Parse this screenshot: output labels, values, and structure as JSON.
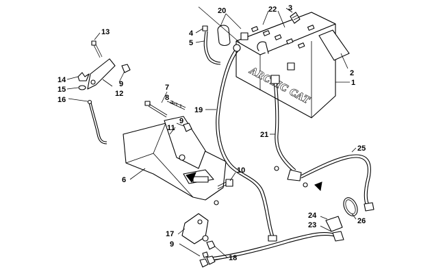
{
  "diagram": {
    "logo_text": "ARCTIC CAT",
    "callouts": [
      "1",
      "2",
      "3",
      "4",
      "5",
      "6",
      "7",
      "8",
      "9",
      "9",
      "9",
      "10",
      "11",
      "12",
      "13",
      "14",
      "15",
      "16",
      "17",
      "18",
      "19",
      "20",
      "21",
      "22",
      "23",
      "24",
      "25",
      "26"
    ]
  }
}
